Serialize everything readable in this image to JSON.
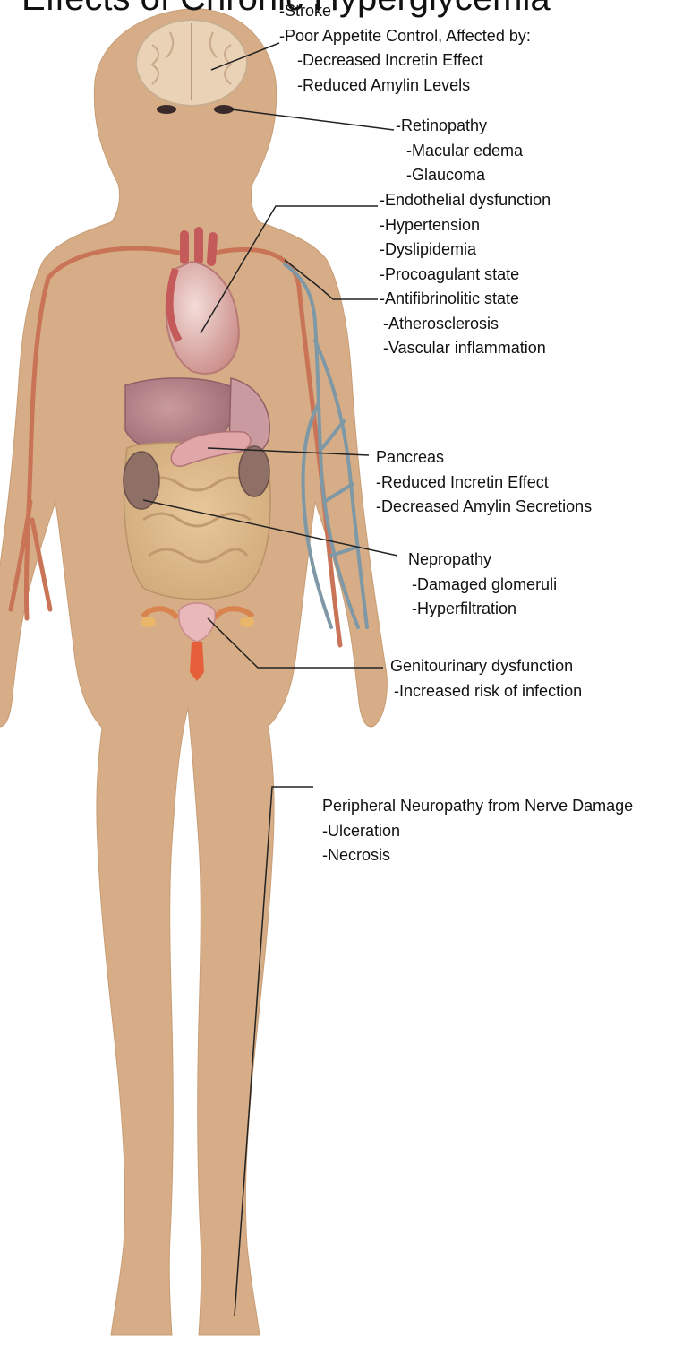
{
  "title": "Effects of Chronic Hyperglycemia",
  "colors": {
    "skin": "#d6ad86",
    "artery": "#c97456",
    "vein": "#7f98a6",
    "leader_line": "#222222"
  },
  "annotations": {
    "brain": [
      "-Stroke",
      "-Poor Appetite Control, Affected by:",
      "-Decreased Incretin Effect",
      "-Reduced Amylin Levels"
    ],
    "eyes": [
      "-Retinopathy",
      "-Macular edema",
      "-Glaucoma"
    ],
    "vascular": [
      "-Endothelial dysfunction",
      "-Hypertension",
      "-Dyslipidemia",
      "-Procoagulant state",
      "-Antifibrinolitic state",
      "-Atherosclerosis",
      "-Vascular inflammation"
    ],
    "pancreas": [
      "Pancreas",
      "-Reduced Incretin Effect",
      "-Decreased Amylin Secretions"
    ],
    "kidney": [
      "Nepropathy",
      "-Damaged glomeruli",
      "-Hyperfiltration"
    ],
    "genitourinary": [
      "Genitourinary dysfunction",
      "-Increased risk of infection"
    ],
    "nerves": [
      "Peripheral Neuropathy from Nerve Damage",
      "-Ulceration",
      "-Necrosis"
    ]
  }
}
